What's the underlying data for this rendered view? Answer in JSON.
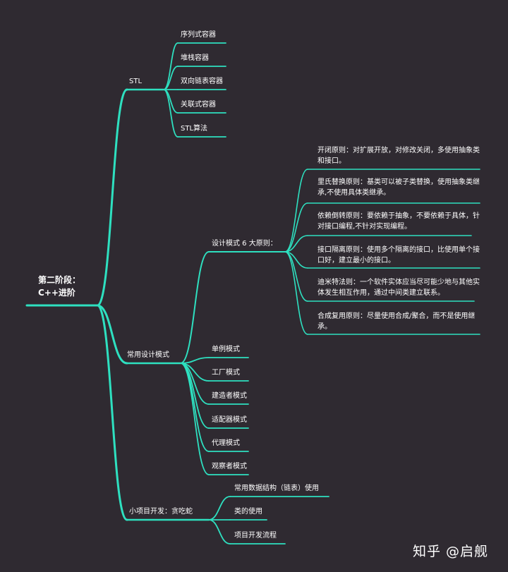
{
  "root": {
    "line1": "第二阶段：",
    "line2": "C++进阶"
  },
  "stl": {
    "label": "STL",
    "items": [
      "序列式容器",
      "堆栈容器",
      "双向链表容器",
      "关联式容器",
      "STL算法"
    ]
  },
  "design": {
    "label": "常用设计模式",
    "principles_label": "设计模式 6 大原则：",
    "principles": [
      "开闭原则：对扩展开放，对修改关闭，多使用抽象类和接口。",
      "里氏替换原则：基类可以被子类替换，使用抽象类继承,不使用具体类继承。",
      "依赖倒转原则：要依赖于抽象，不要依赖于具体，针对接口编程,不针对实现编程。",
      "接口隔离原则：使用多个隔离的接口，比使用单个接口好，建立最小的接口。",
      "迪米特法则：一个软件实体应当尽可能少地与其他实体发生相互作用，通过中间类建立联系。",
      "合成复用原则：尽量使用合成/聚合，而不是使用继承。"
    ],
    "patterns": [
      "单例模式",
      "工厂模式",
      "建造者模式",
      "适配器模式",
      "代理模式",
      "观察者模式"
    ]
  },
  "project": {
    "label": "小项目开发：贪吃蛇",
    "items": [
      "常用数据结构（链表）使用",
      "类的使用",
      "项目开发流程"
    ]
  },
  "watermark": "知乎 @启舰",
  "colors": {
    "background": "#2f2a31",
    "line": "#2ee0c0",
    "text": "#ffffff"
  }
}
